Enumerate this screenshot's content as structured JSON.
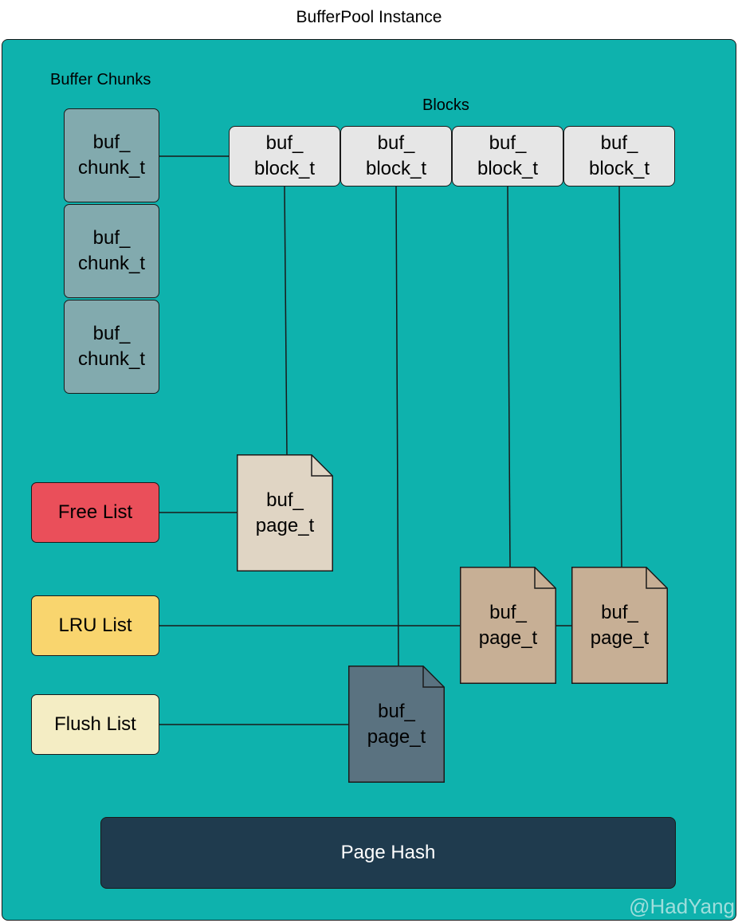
{
  "diagram": {
    "title": "BufferPool Instance",
    "chunks_label": "Buffer Chunks",
    "blocks_label": "Blocks",
    "chunks": [
      "buf_\nchunk_t",
      "buf_\nchunk_t",
      "buf_\nchunk_t"
    ],
    "blocks": [
      "buf_\nblock_t",
      "buf_\nblock_t",
      "buf_\nblock_t",
      "buf_\nblock_t"
    ],
    "lists": {
      "free": "Free List",
      "lru": "LRU List",
      "flush": "Flush List"
    },
    "pages": {
      "free_page": "buf_\npage_t",
      "lru_page_1": "buf_\npage_t",
      "lru_page_2": "buf_\npage_t",
      "flush_page": "buf_\npage_t"
    },
    "page_hash": "Page Hash",
    "watermark": "@HadYang"
  },
  "colors": {
    "pool_bg": "#0eb2ad",
    "chunk": "#82aaae",
    "block": "#e6e6e6",
    "free_list": "#ea4f5a",
    "lru_list": "#f9d56e",
    "flush_list": "#f4edc4",
    "free_page": "#e0d5c4",
    "lru_page": "#c7af95",
    "flush_page": "#5a7280",
    "page_hash": "#1f3b4e"
  }
}
